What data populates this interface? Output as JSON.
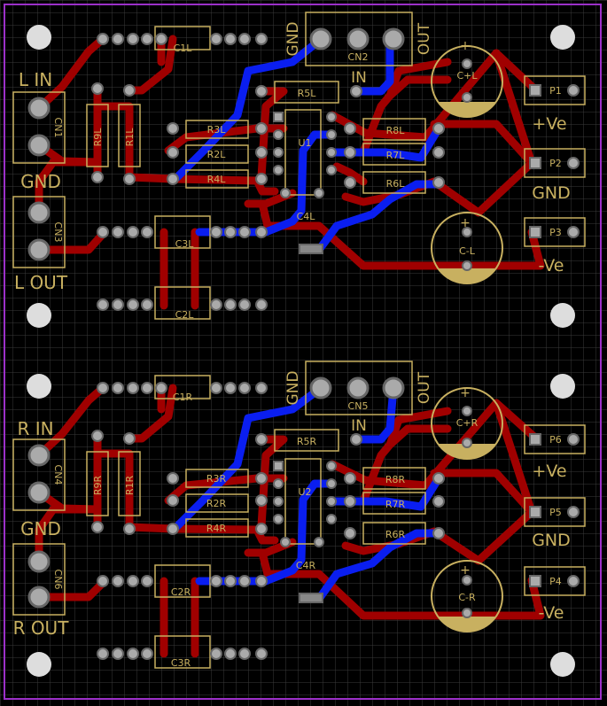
{
  "colors": {
    "background": "#000000",
    "grid": "#3a3a3a",
    "outline": "#9b30c8",
    "red_trace": "#a00000",
    "blue_trace": "#0a1ef0",
    "silkscreen": "#c8b060",
    "pad": "#aaaaaa",
    "mount_hole": "#dddddd"
  },
  "left_channel": {
    "conn_in_label": "L IN",
    "conn_gnd_label": "GND",
    "conn_out_label": "L OUT",
    "cn1": "CN1",
    "cn3": "CN3",
    "cn2": "CN2",
    "cn2_gnd": "GND",
    "cn2_out": "OUT",
    "cn2_in": "IN",
    "r9": "R9L",
    "r1": "R1L",
    "c1": "C1L",
    "c3": "C3L",
    "c2": "C2L",
    "r5": "R5L",
    "r3": "R3L",
    "r2": "R2L",
    "r4": "R4L",
    "r8": "R8L",
    "r7": "R7L",
    "r6": "R6L",
    "u1": "U1",
    "c4": "C4L",
    "cap_plus": "C+L",
    "cap_minus": "C-L",
    "p1": "P1",
    "p2": "P2",
    "p3": "P3",
    "pos_label": "+Ve",
    "gnd_label": "GND",
    "neg_label": "-Ve"
  },
  "right_channel": {
    "conn_in_label": "R IN",
    "conn_gnd_label": "GND",
    "conn_out_label": "R OUT",
    "cn4": "CN4",
    "cn6": "CN6",
    "cn5": "CN5",
    "cn5_gnd": "GND",
    "cn5_out": "OUT",
    "cn5_in": "IN",
    "r9": "R9R",
    "r1": "R1R",
    "c1": "C1R",
    "c2": "C2R",
    "c3": "C3R",
    "r5": "R5R",
    "r3": "R3R",
    "r2": "R2R",
    "r4": "R4R",
    "r8": "R8R",
    "r7": "R7R",
    "r6": "R6R",
    "u2": "U2",
    "c4": "C4R",
    "cap_plus": "C+R",
    "cap_minus": "C-R",
    "p6": "P6",
    "p5": "P5",
    "p4": "P4",
    "pos_label": "+Ve",
    "gnd_label": "GND",
    "neg_label": "-Ve"
  }
}
